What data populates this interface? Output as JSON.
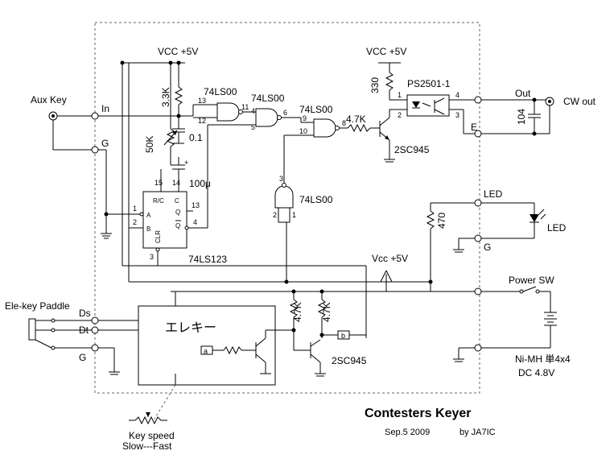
{
  "title": {
    "main": "Contesters Keyer",
    "date": "Sep.5 2009",
    "author": "by JA7IC"
  },
  "labels": {
    "vcc_top1": "VCC +5V",
    "vcc_top2": "VCC +5V",
    "vcc_mid": "Vcc +5V",
    "aux_key": "Aux Key",
    "in": "In",
    "g": "G",
    "r_3k3": "3.3K",
    "r_50k": "50K",
    "c_0p1": "0.1",
    "c_100u": "100μ",
    "gate_74ls00": "74LS00",
    "ic_74ls123": "74LS123",
    "r_4k7": "4.7K",
    "r_330": "330",
    "opto": "PS2501-1",
    "transistor": "2SC945",
    "out": "Out",
    "e": "E",
    "c_104": "104",
    "cw_out": "CW out",
    "led": "LED",
    "r_470": "470",
    "power_sw": "Power SW",
    "battery": "Ni-MH 単4x4",
    "battery_dc": "DC 4.8V",
    "paddle": "Ele-key Paddle",
    "ds": "Ds",
    "dt": "Dt",
    "elekey": "エレキー",
    "node_a": "a",
    "node_b": "b",
    "key_speed": "Key speed",
    "speed_range": "Slow---Fast"
  }
}
